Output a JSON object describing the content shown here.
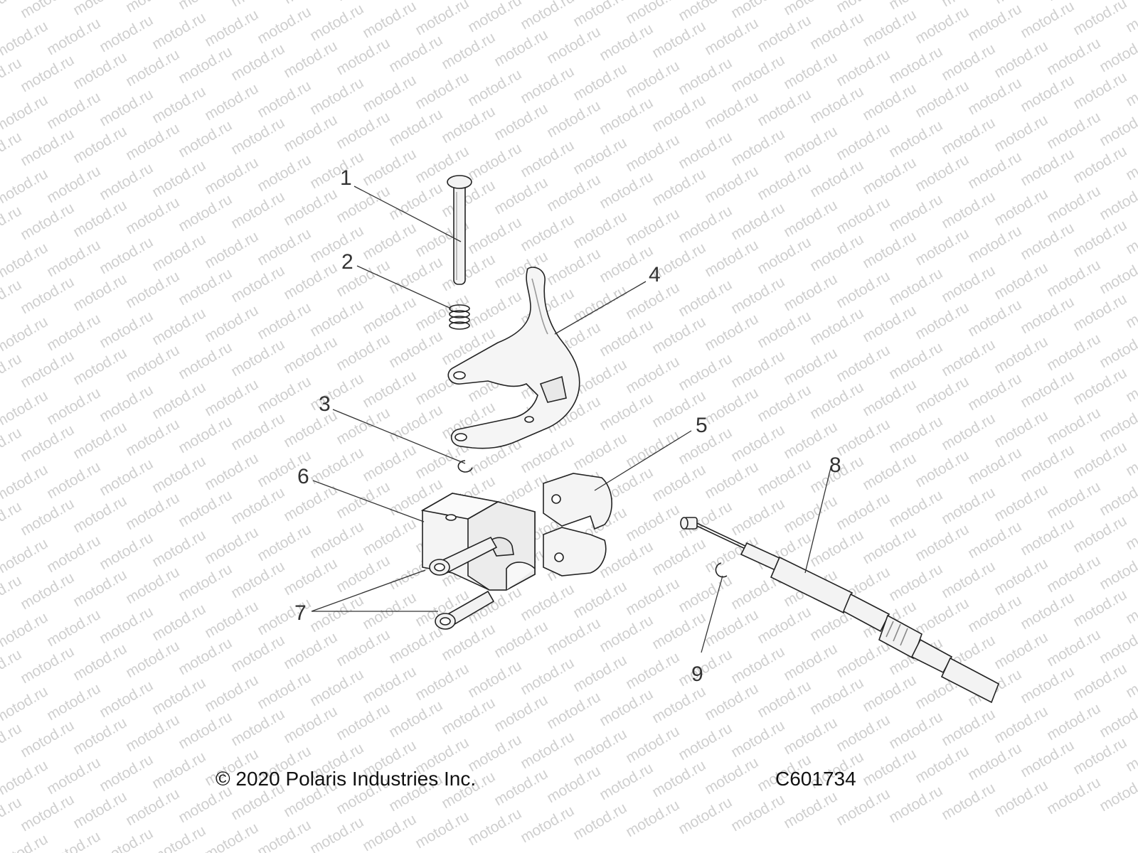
{
  "watermark": "motod.ru",
  "callouts": {
    "c1": "1",
    "c2": "2",
    "c3": "3",
    "c4": "4",
    "c5": "5",
    "c6": "6",
    "c7": "7",
    "c8": "8",
    "c9": "9"
  },
  "footer": {
    "copyright": "© 2020 Polaris Industries Inc.",
    "drawing_number": "C601734"
  }
}
